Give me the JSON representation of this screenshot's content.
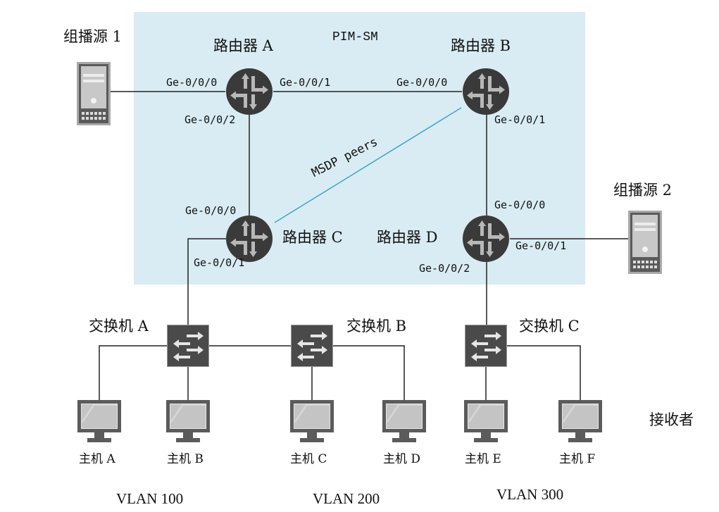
{
  "diagram": {
    "domain_label": "PIM-SM",
    "msdp_label": "MSDP peers",
    "receivers_label": "接收者",
    "colors": {
      "domain_bg": "#d9ecf3",
      "msdp_link": "#3ea6c8",
      "router_fill": "#3a3a3a",
      "device_dark": "#4a4a4a",
      "device_light": "#bfbfbf"
    }
  },
  "sources": [
    {
      "id": "source-1",
      "label": "组播源 1",
      "icon": "server-icon"
    },
    {
      "id": "source-2",
      "label": "组播源 2",
      "icon": "server-icon"
    }
  ],
  "routers": [
    {
      "id": "router-a",
      "label": "路由器 A",
      "icon": "router-icon",
      "ports": [
        "Ge-0/0/0",
        "Ge-0/0/1",
        "Ge-0/0/2"
      ]
    },
    {
      "id": "router-b",
      "label": "路由器 B",
      "icon": "router-icon",
      "ports": [
        "Ge-0/0/0",
        "Ge-0/0/1"
      ]
    },
    {
      "id": "router-c",
      "label": "路由器 C",
      "icon": "router-icon",
      "ports": [
        "Ge-0/0/0",
        "Ge-0/0/1"
      ]
    },
    {
      "id": "router-d",
      "label": "路由器 D",
      "icon": "router-icon",
      "ports": [
        "Ge-0/0/0",
        "Ge-0/0/1",
        "Ge-0/0/2"
      ]
    }
  ],
  "switches": [
    {
      "id": "switch-a",
      "label": "交换机 A",
      "icon": "switch-icon"
    },
    {
      "id": "switch-b",
      "label": "交换机 B",
      "icon": "switch-icon"
    },
    {
      "id": "switch-c",
      "label": "交换机 C",
      "icon": "switch-icon"
    }
  ],
  "hosts": [
    {
      "id": "host-a",
      "label": "主机 A",
      "icon": "monitor-icon"
    },
    {
      "id": "host-b",
      "label": "主机 B",
      "icon": "monitor-icon"
    },
    {
      "id": "host-c",
      "label": "主机 C",
      "icon": "monitor-icon"
    },
    {
      "id": "host-d",
      "label": "主机 D",
      "icon": "monitor-icon"
    },
    {
      "id": "host-e",
      "label": "主机 E",
      "icon": "monitor-icon"
    },
    {
      "id": "host-f",
      "label": "主机 F",
      "icon": "monitor-icon"
    }
  ],
  "vlans": [
    {
      "label": "VLAN 100"
    },
    {
      "label": "VLAN 200"
    },
    {
      "label": "VLAN 300"
    }
  ],
  "links": [
    {
      "from": "source-1",
      "to": "router-a",
      "to_port": "Ge-0/0/0"
    },
    {
      "from": "router-a",
      "from_port": "Ge-0/0/1",
      "to": "router-b",
      "to_port": "Ge-0/0/0"
    },
    {
      "from": "router-a",
      "from_port": "Ge-0/0/2",
      "to": "router-c",
      "to_port": "Ge-0/0/0"
    },
    {
      "from": "router-b",
      "from_port": "Ge-0/0/1",
      "to": "router-d",
      "to_port": "Ge-0/0/0"
    },
    {
      "from": "router-c",
      "to": "router-b",
      "type": "MSDP peers"
    },
    {
      "from": "router-d",
      "from_port": "Ge-0/0/1",
      "to": "source-2"
    },
    {
      "from": "router-c",
      "from_port": "Ge-0/0/1",
      "to": "switch-a"
    },
    {
      "from": "router-d",
      "from_port": "Ge-0/0/2",
      "to": "switch-c"
    },
    {
      "from": "switch-a",
      "to": "switch-b"
    },
    {
      "from": "switch-a",
      "to": "host-a"
    },
    {
      "from": "switch-a",
      "to": "host-b"
    },
    {
      "from": "switch-b",
      "to": "host-c"
    },
    {
      "from": "switch-b",
      "to": "host-d"
    },
    {
      "from": "switch-c",
      "to": "host-e"
    },
    {
      "from": "switch-c",
      "to": "host-f"
    }
  ]
}
